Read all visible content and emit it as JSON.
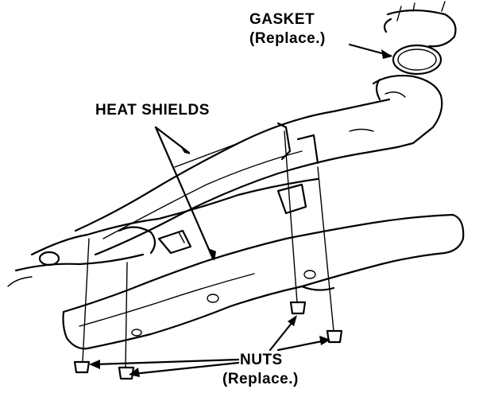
{
  "labels": {
    "gasket": "GASKET",
    "gasket_note": "(Replace.)",
    "heat_shields": "HEAT SHIELDS",
    "nuts": "NUTS",
    "nuts_note": "(Replace.)"
  },
  "colors": {
    "ink": "#000000",
    "paper": "#ffffff"
  }
}
